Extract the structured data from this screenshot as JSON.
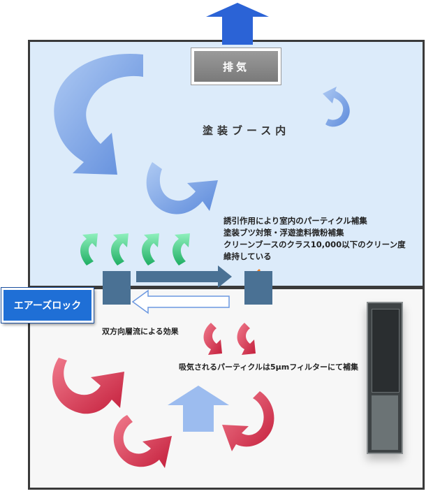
{
  "labels": {
    "exhaust": "排気",
    "booth_interior": "塗装ブース内",
    "airlock": "エアーズロック",
    "laminar_effect": "双方向層流による効果",
    "filter_note": "吸気されるパーティクルは5μmフィルターにて補集"
  },
  "notes": [
    "誘引作用により室内のパーティクル補集",
    "塗装ブツ対策・浮遊塗料微粉補集",
    "クリーンブースのクラス10,000以下のクリーン度",
    "維持している"
  ],
  "colors": {
    "booth_bg": "#dcebfa",
    "airlock_bg": "#1f6fd6",
    "blue_arrow": "#6c98e0",
    "red_arrow": "#d9334e",
    "green_arrow": "#3fd48a",
    "flow_arrow": "#4a7194",
    "orange_arrow": "#f07a1a"
  },
  "icons": [
    "exhaust-up-arrow",
    "swirl-arrow",
    "flow-right-arrow",
    "flow-left-arrow",
    "intake-up-arrow"
  ]
}
